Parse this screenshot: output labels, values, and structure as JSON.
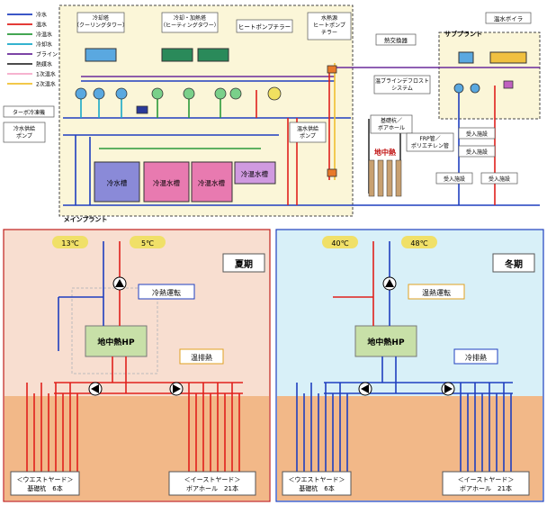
{
  "legend": [
    {
      "label": "冷水",
      "color": "#1f3fbf"
    },
    {
      "label": "温水",
      "color": "#e0201c"
    },
    {
      "label": "冷温水",
      "color": "#2a9a3a"
    },
    {
      "label": "冷却水",
      "color": "#18a8c8"
    },
    {
      "label": "ブライン",
      "color": "#6a2a9a"
    },
    {
      "label": "熱媒水",
      "color": "#333333"
    },
    {
      "label": "1次温水",
      "color": "#f4a8c8"
    },
    {
      "label": "2次温水",
      "color": "#f0c030"
    }
  ],
  "top": {
    "cooling_tower": "冷却塔\n（クーリングタワー）",
    "cooling_heating_tower": "冷却・加熱塔\n（ヒーティングタワー）",
    "heat_pump_chiller": "ヒートポンプチラー",
    "water_source_hp": "水熱源\nヒートポンプ\nチラー",
    "heat_exchanger": "熱交換器",
    "sub_plant": "サブプラント",
    "hot_water_boiler": "温水ボイラ",
    "turbo_chiller": "ターボ冷凍機",
    "cold_supply_pump": "冷水供給\nポンプ",
    "hot_supply_pump": "温水供給\nポンプ",
    "brine_defrost": "温ブラインデフロスト\nシステム",
    "foundation_borehole": "基礎杭／\nボアホール",
    "geothermal": "地中熱",
    "frp_pipe": "FRP管／\nポリエチレン管",
    "tanks": [
      "冷水槽",
      "冷温水槽",
      "冷温水槽",
      "冷温水槽"
    ],
    "consumers": [
      "受入施設",
      "受入施設",
      "受入施設",
      "受入施設"
    ],
    "main_plant": "メインプラント"
  },
  "summer": {
    "season": "夏期",
    "temp_left": "13℃",
    "temp_right": "5℃",
    "mode": "冷熱運転",
    "heat_label": "温排熱",
    "hp": "地中熱HP",
    "west": "＜ウエストヤード＞\n基礎杭　6本",
    "east": "＜イーストヤード＞\nボアホール　21本"
  },
  "winter": {
    "season": "冬期",
    "temp_left": "40℃",
    "temp_right": "48℃",
    "mode": "温熱運転",
    "heat_label": "冷排熱",
    "hp": "地中熱HP",
    "west": "＜ウエストヤード＞\n基礎杭　6本",
    "east": "＜イーストヤード＞\nボアホール　21本"
  }
}
